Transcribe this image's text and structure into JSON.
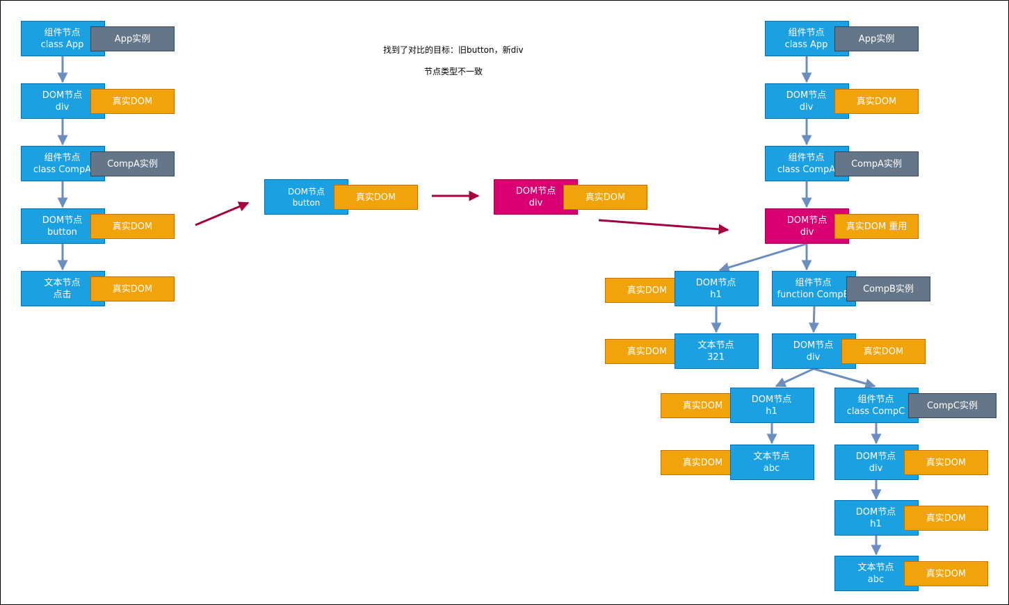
{
  "notes": {
    "line1": "找到了对比的目标：旧button，新div",
    "line2": "节点类型不一致"
  },
  "left_tree": {
    "app": {
      "label": "组件节点\nclass App",
      "instance": "App实例"
    },
    "div": {
      "label": "DOM节点\ndiv",
      "dom": "真实DOM"
    },
    "compA": {
      "label": "组件节点\nclass CompA",
      "instance": "CompA实例"
    },
    "button": {
      "label": "DOM节点\nbutton",
      "dom": "真实DOM"
    },
    "text": {
      "label": "文本节点\n点击",
      "dom": "真实DOM"
    }
  },
  "middle": {
    "old_button": {
      "label": "DOM节点\nbutton",
      "dom": "真实DOM"
    },
    "new_div": {
      "label": "DOM节点\ndiv",
      "dom": "真实DOM"
    }
  },
  "right_tree": {
    "app": {
      "label": "组件节点\nclass App",
      "instance": "App实例"
    },
    "div": {
      "label": "DOM节点\ndiv",
      "dom": "真实DOM"
    },
    "compA": {
      "label": "组件节点\nclass CompA",
      "instance": "CompA实例"
    },
    "div2": {
      "label": "DOM节点\ndiv",
      "dom": "真实DOM 重用"
    },
    "h1": {
      "label": "DOM节点\nh1",
      "dom": "真实DOM"
    },
    "text321": {
      "label": "文本节点\n321",
      "dom": "真实DOM"
    },
    "compB": {
      "label": "组件节点\nfunction CompB",
      "instance": "CompB实例"
    },
    "div3": {
      "label": "DOM节点\ndiv",
      "dom": "真实DOM"
    },
    "h1b": {
      "label": "DOM节点\nh1",
      "dom": "真实DOM"
    },
    "textabc": {
      "label": "文本节点\nabc",
      "dom": "真实DOM"
    },
    "compC": {
      "label": "组件节点\nclass CompC",
      "instance": "CompC实例"
    },
    "div4": {
      "label": "DOM节点\ndiv",
      "dom": "真实DOM"
    },
    "h1c": {
      "label": "DOM节点\nh1",
      "dom": "真实DOM"
    },
    "textabc2": {
      "label": "文本节点\nabc",
      "dom": "真实DOM"
    }
  },
  "colors": {
    "node_blue": "#1ba1e2",
    "node_magenta": "#d80073",
    "real_dom_orange": "#f0a30a",
    "instance_gray": "#647687",
    "tree_arrow": "#6c8ebf",
    "highlight_arrow": "#a50040"
  }
}
